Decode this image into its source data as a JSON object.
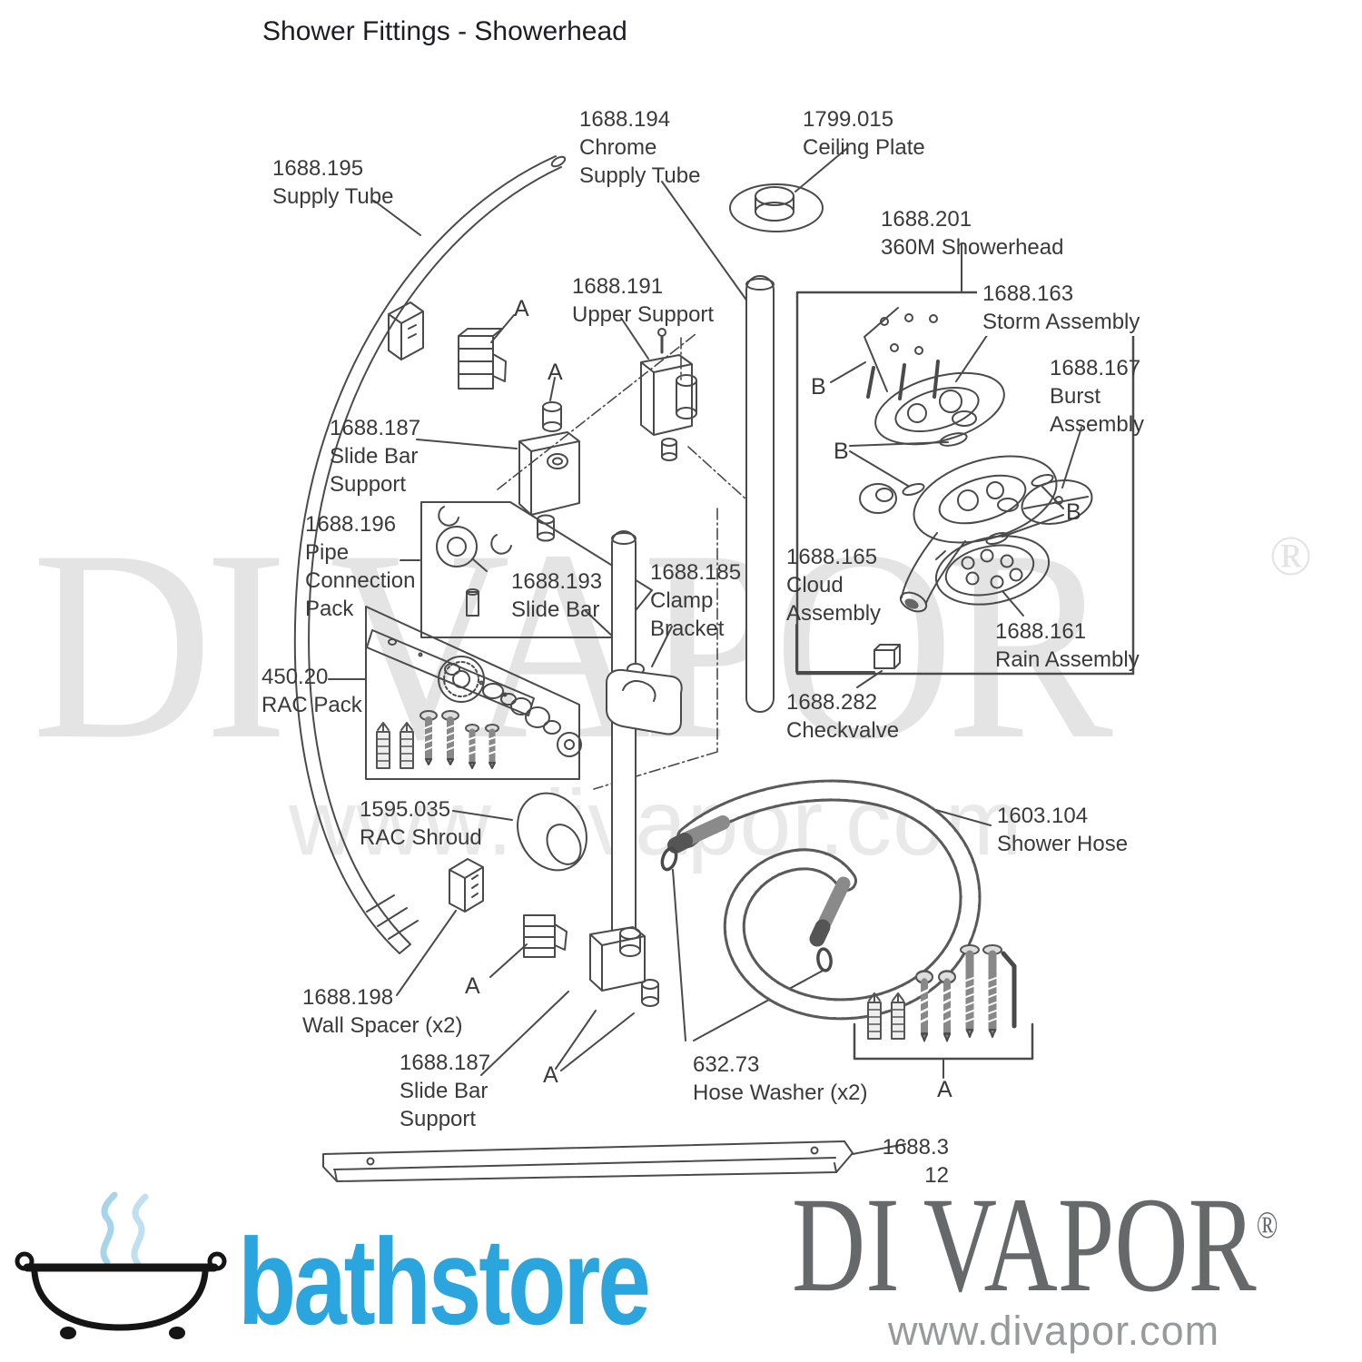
{
  "title": "Shower Fittings - Showerhead",
  "watermark": {
    "brand": "DI VAPOR",
    "reg": "®",
    "url": "www.divapor.com"
  },
  "diagram": {
    "labels": {
      "supply_tube": "1688.195\nSupply Tube",
      "chrome_supply_tube": "1688.194\nChrome\nSupply Tube",
      "ceiling_plate": "1799.015\nCeiling Plate",
      "showerhead_360m": "1688.201\n360M Showerhead",
      "storm_assembly": "1688.163\nStorm Assembly",
      "burst_assembly": "1688.167\nBurst\nAssembly",
      "cloud_assembly": "1688.165\nCloud\nAssembly",
      "rain_assembly": "1688.161\nRain Assembly",
      "checkvalve": "1688.282\nCheckvalve",
      "upper_support": "1688.191\nUpper Support",
      "slide_bar_support_upper": "1688.187\nSlide Bar\nSupport",
      "pipe_connection_pack": "1688.196\nPipe\nConnection\nPack",
      "slide_bar": "1688.193\nSlide Bar",
      "clamp_bracket": "1688.185\nClamp\nBracket",
      "rac_pack": "450.20\nRAC Pack",
      "rac_shroud": "1595.035\nRAC Shroud",
      "wall_spacer": "1688.198\nWall Spacer (x2)",
      "slide_bar_support_lower": "1688.187\nSlide Bar\nSupport",
      "hose_washer": "632.73\nHose Washer (x2)",
      "shower_hose": "1603.104\nShower Hose",
      "bottom_bar": "1688.3\n12",
      "marker_a": "A",
      "marker_b": "B"
    }
  },
  "footer": {
    "bathstore": "bathstore",
    "divapor": "DI VAPOR",
    "reg": "®",
    "url": "www.divapor.com"
  },
  "colors": {
    "bathstore_blue": "#2BA5DD",
    "divapor_gray": "#66686A",
    "line": "#4A4A4A",
    "watermark": "#E4E4E4",
    "steam_blue": "#A8D4EA"
  }
}
